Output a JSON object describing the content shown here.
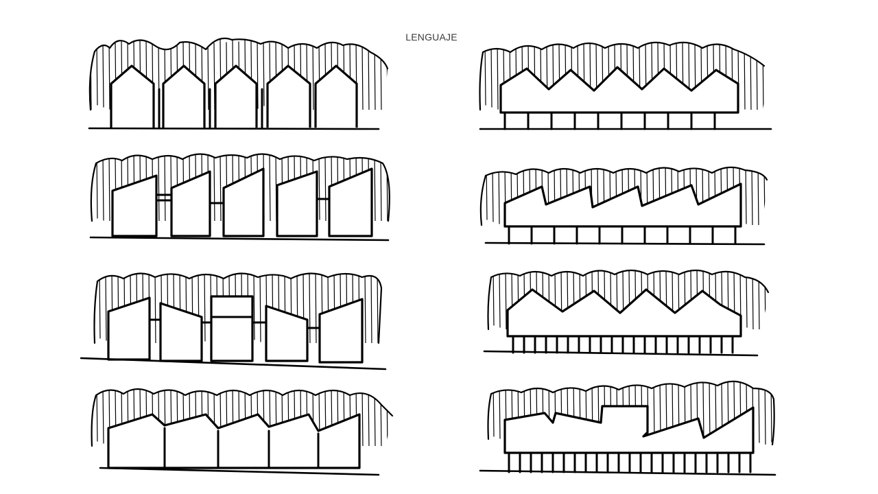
{
  "title": "LENGUAJE",
  "sketches": [
    {
      "id": "left-1",
      "roof_type": "gable"
    },
    {
      "id": "left-2",
      "roof_type": "mono-pitch"
    },
    {
      "id": "left-3",
      "roof_type": "mixed"
    },
    {
      "id": "left-4",
      "roof_type": "sawtooth"
    },
    {
      "id": "right-1",
      "roof_type": "zigzag"
    },
    {
      "id": "right-2",
      "roof_type": "sawtooth"
    },
    {
      "id": "right-3",
      "roof_type": "zigzag"
    },
    {
      "id": "right-4",
      "roof_type": "stepped"
    }
  ]
}
